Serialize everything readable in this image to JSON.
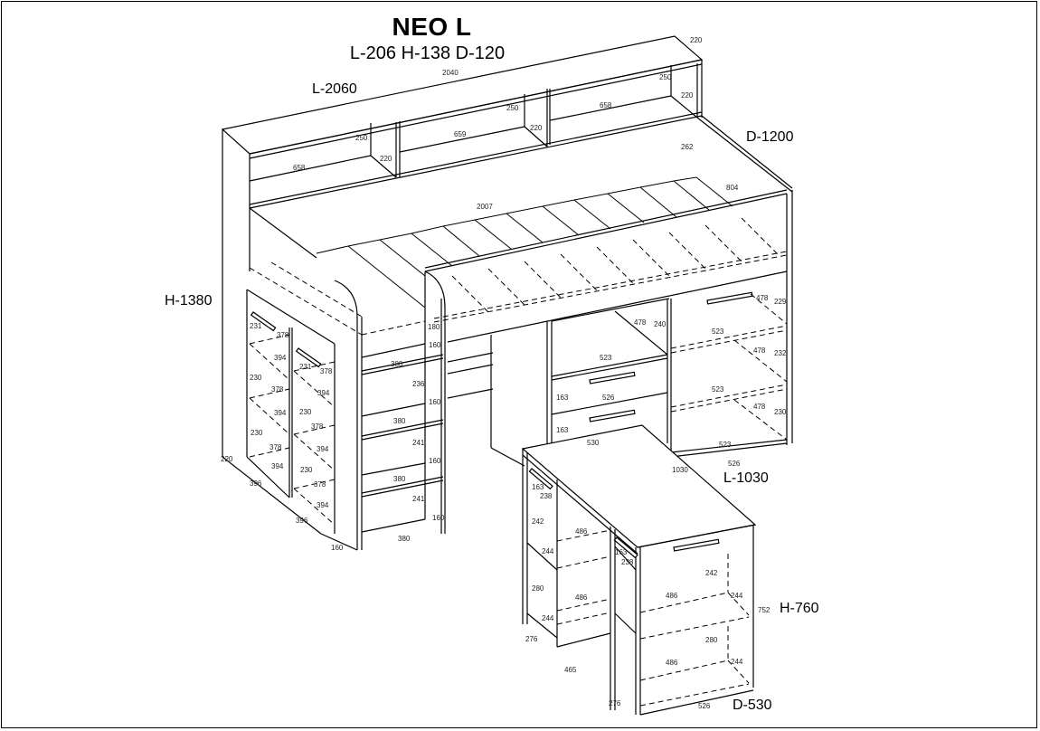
{
  "title": "NEO L",
  "subtitle": "L-206 H-138 D-120",
  "overall_dimensions": {
    "length": "L-2060",
    "height": "H-1380",
    "depth": "D-1200",
    "desk_length": "L-1030",
    "desk_height": "H-760",
    "desk_depth": "D-530"
  },
  "dims": {
    "top_depth": "220",
    "top_length": "2040",
    "shelf1_w": "658",
    "shelf1_h": "250",
    "shelf1_d": "220",
    "shelf2_w": "659",
    "shelf2_h": "250",
    "shelf2_d": "220",
    "shelf3_w": "658",
    "shelf3_h": "250",
    "shelf3_d": "220",
    "back_h": "262",
    "bed_len": "2007",
    "bed_w": "804",
    "left_cab_d": "220",
    "left_cab_w1": "396",
    "left_cab_w2": "396",
    "stair_w": "160",
    "drawer_a_h": "231",
    "drawer_a_w": "378",
    "drawer_a_d": "394",
    "drawer_b_h": "231",
    "drawer_b_w": "378",
    "drawer_b_d": "394",
    "cab_a2_h": "230",
    "cab_a2_w": "378",
    "cab_a2_d": "394",
    "cab_a3_h": "230",
    "cab_a3_w": "378",
    "cab_a3_d": "394",
    "cab_b2_h": "230",
    "cab_b2_w": "378",
    "cab_b2_d": "394",
    "cab_b3_h": "230",
    "cab_b3_w": "378",
    "cab_b3_d": "394",
    "step_top": "180",
    "step1_d": "160",
    "step1_w": "380",
    "step1_h": "236",
    "step2_d": "160",
    "step2_w": "380",
    "step2_h": "241",
    "step3_d": "160",
    "step3_w": "380",
    "step3_h": "241",
    "step4_d": "160",
    "step4_w": "380",
    "open_shelf_d": "478",
    "open_shelf_h": "240",
    "drawer1_w": "523",
    "drawer1_h": "163",
    "drawer1_d": "526",
    "drawer2_h": "163",
    "desk_top_w": "530",
    "desk_top_l": "1030",
    "right_cab_d1": "478",
    "right_cab_h1": "229",
    "right_cab_w1": "523",
    "right_cab_d2": "478",
    "right_cab_h2": "232",
    "right_cab_w2": "523",
    "right_cab_d3": "478",
    "right_cab_h3": "230",
    "right_cab_w3": "523",
    "right_cab_bottom": "526",
    "desk_l_drawer_h": "163",
    "desk_l_drawer_d": "238",
    "desk_l_h1": "242",
    "desk_l_shelf_w1": "486",
    "desk_l_shelf_d1": "244",
    "desk_l_h2": "280",
    "desk_l_shelf_w2": "486",
    "desk_l_shelf_d2": "244",
    "desk_l_bottom": "276",
    "desk_gap": "465",
    "desk_r_drawer_h": "163",
    "desk_r_drawer_d": "238",
    "desk_r_h1": "242",
    "desk_r_shelf_w1": "486",
    "desk_r_shelf_d1": "244",
    "desk_r_total_h": "752",
    "desk_r_h2": "280",
    "desk_r_shelf_w2": "486",
    "desk_r_shelf_d2": "244",
    "desk_r_bottom_d": "276",
    "desk_r_bottom_w": "526"
  }
}
